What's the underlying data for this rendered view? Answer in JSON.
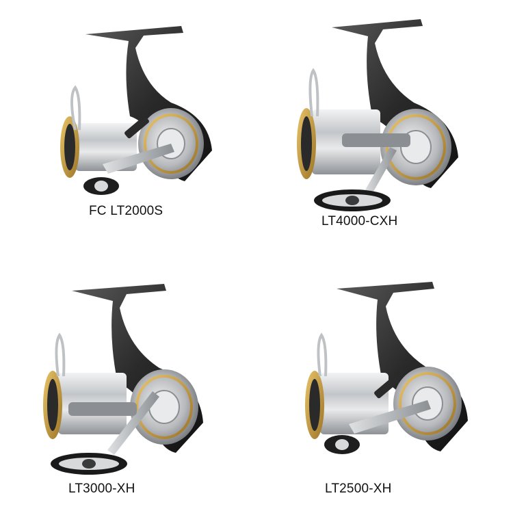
{
  "products": [
    {
      "model": "FC LT2000S",
      "handle_knob": "round"
    },
    {
      "model": "LT4000-CXH",
      "handle_knob": "oval"
    },
    {
      "model": "LT3000-XH",
      "handle_knob": "oval"
    },
    {
      "model": "LT2500-XH",
      "handle_knob": "round"
    }
  ],
  "colors": {
    "background": "#ffffff",
    "frame": "#2a2a2a",
    "spool_silver": "#c9cbcd",
    "accent_gold": "#c9a24a",
    "label_text": "#111111"
  }
}
